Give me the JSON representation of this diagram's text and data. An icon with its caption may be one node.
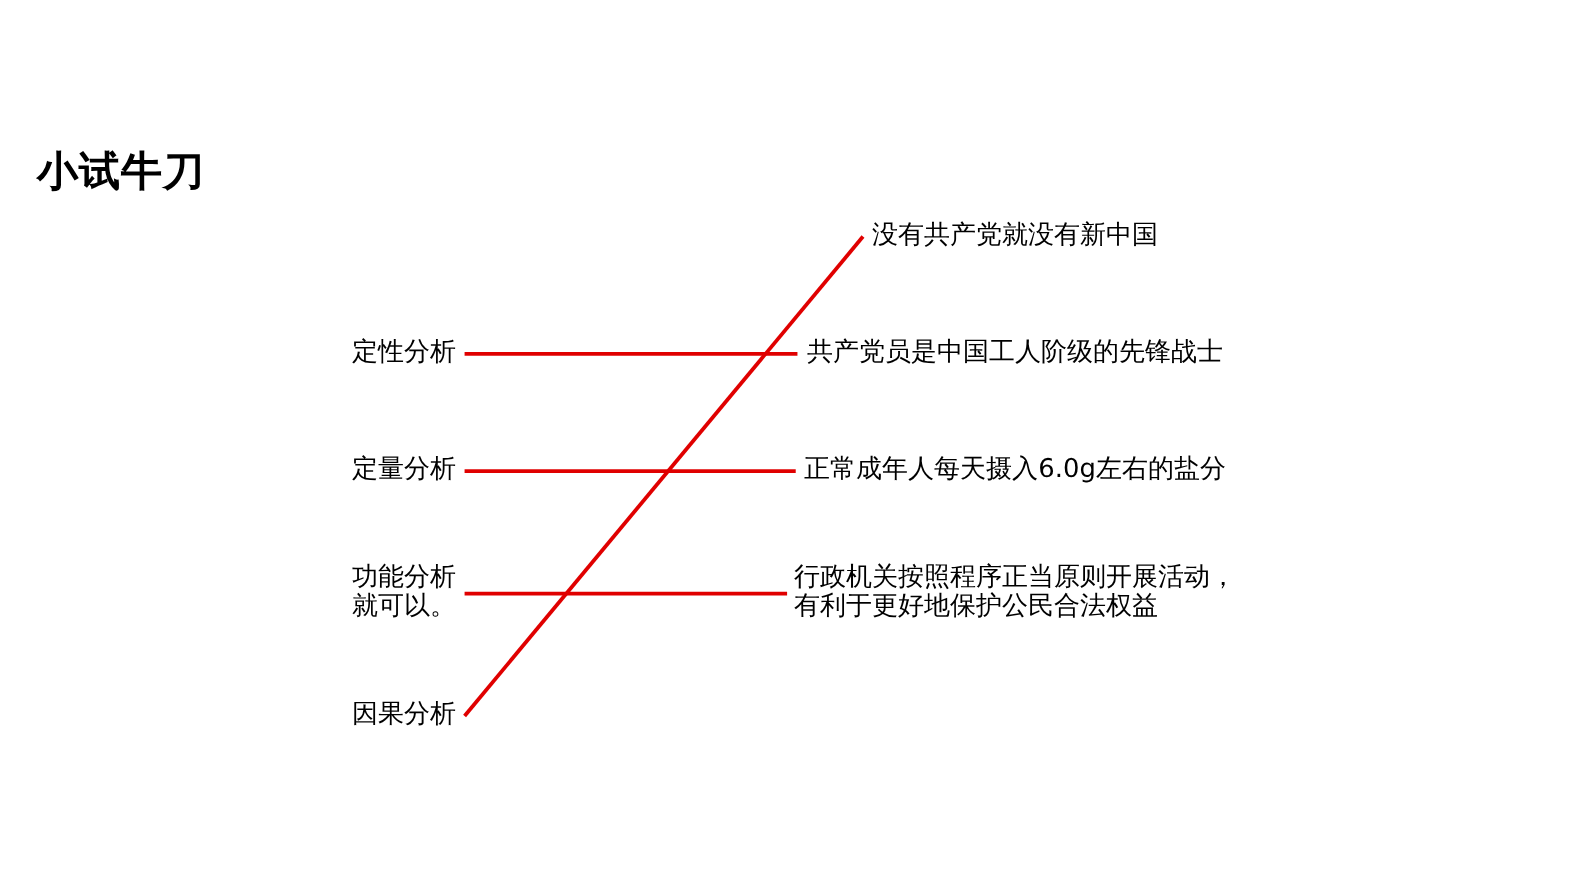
{
  "diagram": {
    "title": "小试牛刀",
    "nodes": [
      {
        "text": [
          "定性分析"
        ]
      },
      {
        "text": [
          "定量分析"
        ]
      },
      {
        "text": [
          "功能分析"
        ],
        "beside": [
          "就可以。"
        ]
      },
      {
        "text": [
          "因果分析"
        ]
      },
      {
        "text": [
          "没有共产党就没有新中国"
        ]
      },
      {
        "text": [
          "共产党员是中国工人阶级的先锋战士"
        ]
      },
      {
        "text": [
          "正常成年人每天摄入6.0g左右的盐分"
        ]
      },
      {
        "text": [
          "行政机关按照程序正当原则开展活动，有利于更好地保护公民合法权益"
        ]
      }
    ],
    "edges": [
      {
        "from": 0,
        "to": 5,
        "arrow": "none"
      },
      {
        "from": 1,
        "to": 6,
        "arrow": "none"
      },
      {
        "from": 2,
        "to": 7,
        "arrow": "none"
      },
      {
        "from": 3,
        "to": 4,
        "arrow": "none"
      }
    ]
  }
}
